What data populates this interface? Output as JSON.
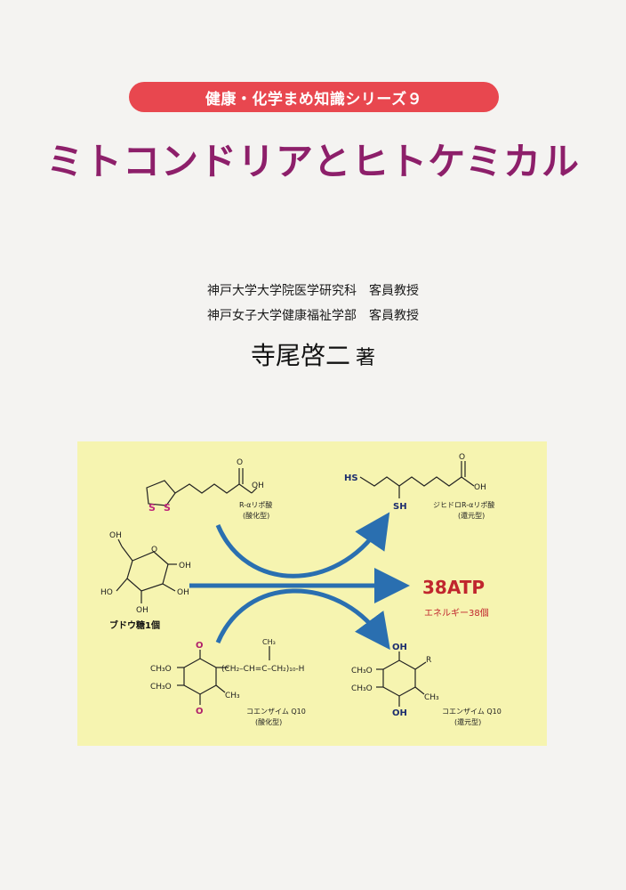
{
  "series_title": "健康・化学まめ知識シリーズ９",
  "book_title": "ミトコンドリアとヒトケミカル",
  "affiliations": [
    "神戸大学大学院医学研究科　客員教授",
    "神戸女子大学健康福祉学部　客員教授"
  ],
  "author": "寺尾啓二",
  "author_suffix": "著",
  "diagram": {
    "lipoic_oxidized_label": "R-αリポ酸",
    "lipoic_oxidized_state": "(酸化型)",
    "lipoic_reduced_label": "ジヒドロR-αリポ酸",
    "lipoic_reduced_state": "(還元型)",
    "glucose_label": "ブドウ糖1個",
    "atp_label": "38ATP",
    "energy_label": "エネルギー38個",
    "coq10_oxidized_label": "コエンザイム Q10",
    "coq10_oxidized_state": "(酸化型)",
    "coq10_reduced_label": "コエンザイム Q10",
    "coq10_reduced_state": "(還元型)",
    "atoms": {
      "oh": "OH",
      "o": "O",
      "s": "S",
      "sh": "SH",
      "hs": "HS",
      "ho": "HO",
      "r": "R",
      "ch3": "CH₃",
      "ch3o": "CH₃O",
      "chain": "(CH₂–CH=C–CH₂)₁₀-H"
    },
    "colors": {
      "arrow": "#2a6fb0",
      "atp": "#c0262e",
      "sulfur": "#c0267a",
      "quinone_o": "#b0206a",
      "hydroquinone_oh": "#1c2d6e"
    }
  }
}
